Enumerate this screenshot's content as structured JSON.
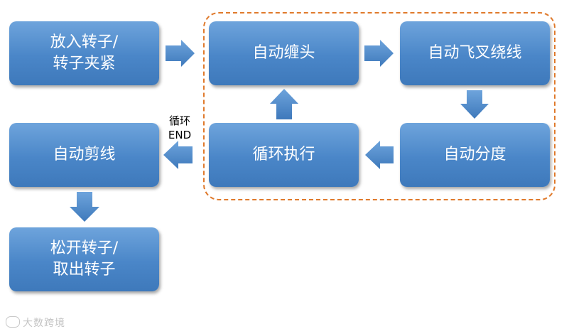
{
  "steps": {
    "load": "放入转子/\n转子夹紧",
    "auto_wind_head": "自动缠头",
    "auto_flyer_winding": "自动飞叉绕线",
    "auto_indexing": "自动分度",
    "loop_execute": "循环执行",
    "auto_cut": "自动剪线",
    "unload": "松开转子/\n取出转子"
  },
  "loop_end_label": "循环\nEND",
  "watermark": "大数跨境",
  "colors": {
    "box": "#4a86c8",
    "loop_border": "#e07a2c"
  }
}
